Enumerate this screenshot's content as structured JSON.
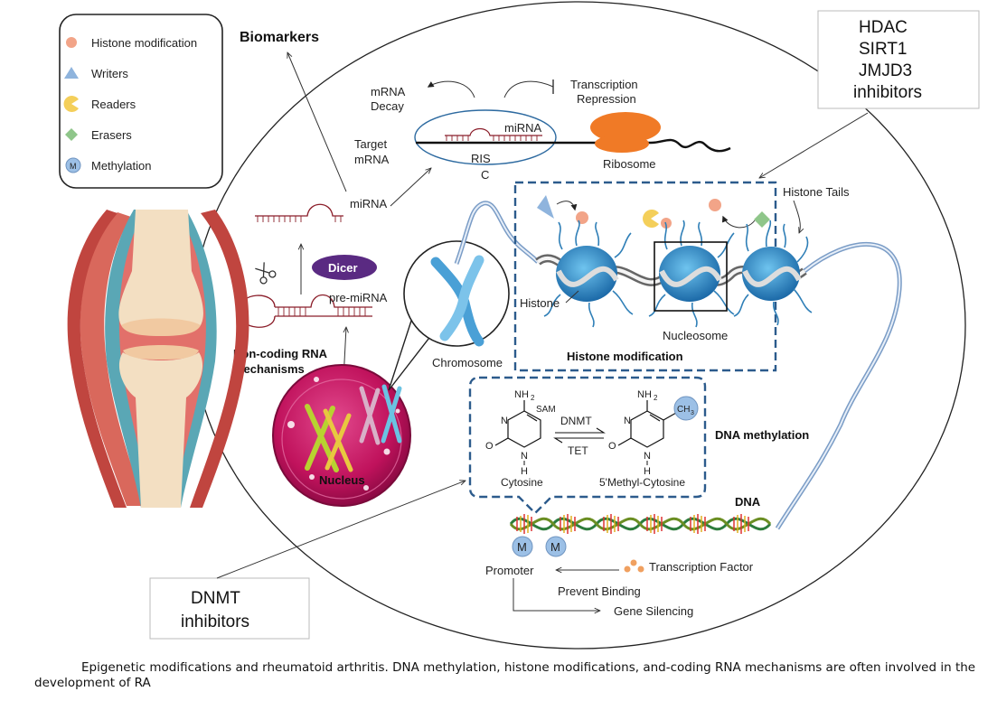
{
  "legend": {
    "items": [
      {
        "label": "Histone modification",
        "color": "#f2a488",
        "shape": "circle"
      },
      {
        "label": "Writers",
        "color": "#8fb4dd",
        "shape": "triangle"
      },
      {
        "label": "Readers",
        "color": "#f4cf5a",
        "shape": "pacman"
      },
      {
        "label": "Erasers",
        "color": "#8fc68a",
        "shape": "diamond"
      },
      {
        "label": "Methylation",
        "color": "#9cc0e6",
        "shape": "circle-m",
        "glyph": "M"
      }
    ]
  },
  "labels": {
    "biomarkers": "Biomarkers",
    "hdac_line1": "HDAC",
    "hdac_line2": "SIRT1",
    "hdac_line3": "JMJD3",
    "hdac_line4": "inhibitors",
    "dnmt_inhib_line1": "DNMT",
    "dnmt_inhib_line2": "inhibitors",
    "mrna_decay_line1": "mRNA",
    "mrna_decay_line2": "Decay",
    "transcription_repression_line1": "Transcription",
    "transcription_repression_line2": "Repression",
    "target_mrna_line1": "Target",
    "target_mrna_line2": "mRNA",
    "mirna_risc": "miRNA",
    "risc_line1": "RIS",
    "risc_line2": "C",
    "ribosome": "Ribosome",
    "mirna": "miRNA",
    "dicer": "Dicer",
    "pre_mirna": "pre-miRNA",
    "noncoding_line1": "Non-coding RNA",
    "noncoding_line2": "mechanisms",
    "chromosome": "Chromosome",
    "nucleus": "Nucleus",
    "histone_tails": "Histone Tails",
    "histone": "Histone",
    "nucleosome": "Nucleosome",
    "histone_modification": "Histone modification",
    "nh2": "NH",
    "nh2_sub": "2",
    "sam": "SAM",
    "dnmt": "DNMT",
    "tet": "TET",
    "ch3": "CH",
    "ch3_sub": "3",
    "atom_n": "N",
    "atom_o": "O",
    "atom_h": "H",
    "cytosine": "Cytosine",
    "methyl_cytosine": "5'Methyl-Cytosine",
    "dna_methylation": "DNA methylation",
    "dna": "DNA",
    "m_glyph": "M",
    "promoter": "Promoter",
    "transcription_factor": "Transcription Factor",
    "prevent_binding": "Prevent Binding",
    "gene_silencing": "Gene Silencing"
  },
  "caption": {
    "text": "Epigenetic modifications and rheumatoid arthritis. DNA methylation, histone modifications, and-coding RNA mechanisms are often involved in the development of RA"
  }
}
